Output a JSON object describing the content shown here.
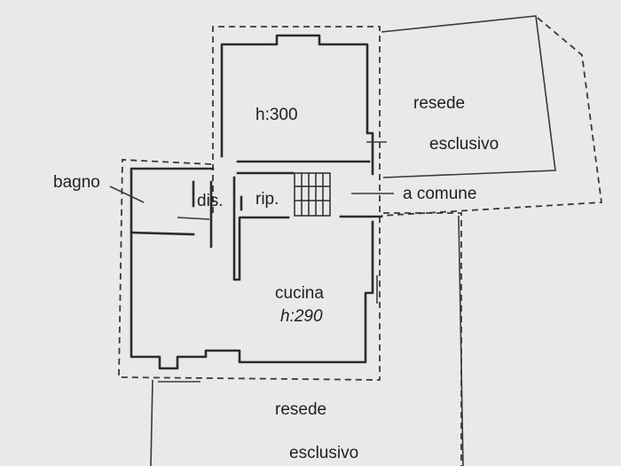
{
  "labels": {
    "h300": "h:300",
    "resede_top": "resede",
    "esclusivo_top": "esclusivo",
    "bagno": "bagno",
    "dis": "dis.",
    "rip": "rip.",
    "a_comune": "a comune",
    "cucina": "cucina",
    "h290": "h:290",
    "resede_bottom": "resede",
    "esclusivo_bottom": "esclusivo"
  },
  "colors": {
    "paper": "#e9e8ea",
    "line": "#2b2b2d"
  }
}
